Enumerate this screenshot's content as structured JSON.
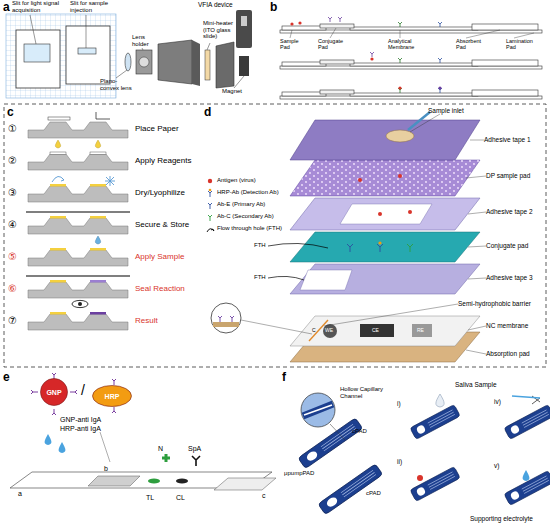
{
  "diagram": {
    "nodes": [
      {
        "text": [
          "GNP"
        ]
      },
      {
        "text": [
          "HRP"
        ]
      }
    ],
    "labels": [
      "a",
      "Slit for light signal acquisition",
      "Slit for sample injection",
      "VFIA device",
      "Lens holder",
      "Plano-convex lens",
      "Mini-heater (ITO glass slide)",
      "Magnet",
      "b",
      "Sample Pad",
      "Conjugate Pad",
      "Analytical Membrane",
      "Absorbent Pad",
      "Lamination Pad",
      "c",
      "①",
      "Place Paper",
      "②",
      "Apply Reagents",
      "③",
      "Dry/Lyophilize",
      "④",
      "Secure & Store",
      "⑤",
      "Apply Sample",
      "⑥",
      "Seal Reaction",
      "⑦",
      "Result",
      "d",
      "Sample inlet",
      "Adhesive tape 1",
      "DP sample pad",
      "Adhesive tape 2",
      "FTH",
      "Conjugate pad",
      "FTH",
      "Adhesive tape 3",
      "Semi-hydrophobic barrier",
      "NC membrane",
      "Absorption pad",
      "C",
      "WE",
      "CE",
      "RE",
      "e",
      "/",
      "GNP-anti IgA",
      "HRP-anti IgA",
      "a",
      "b",
      "c",
      "N",
      "SpA",
      "TL",
      "CL",
      "f",
      "Hollow Capillary Channel",
      "μpumpPAD",
      "cPAD",
      "cPAD",
      "Saliva Sample",
      "i)",
      "ii)",
      "iv)",
      "v)",
      "Supporting electrolyte"
    ],
    "legend": [
      {
        "text": "Antigen (virus)"
      },
      {
        "text": "HRP-Ab (Detection Ab)"
      },
      {
        "text": "Ab-E (Primary Ab)"
      },
      {
        "text": "Ab-C (Secondary Ab)"
      },
      {
        "text": "Flow through hole (FTH)"
      }
    ]
  }
}
